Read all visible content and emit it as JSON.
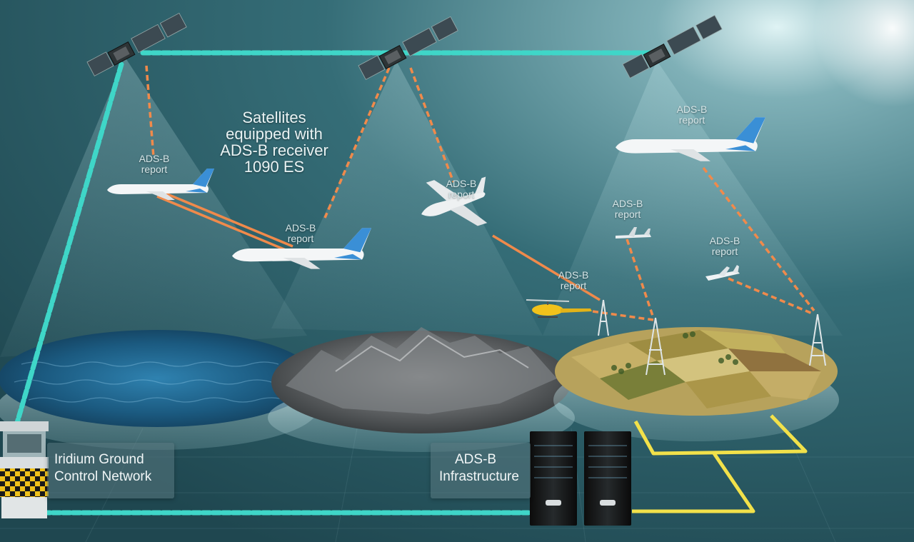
{
  "labels": {
    "satellites_line1": "Satellites",
    "satellites_line2": "equipped with",
    "satellites_line3": "ADS-B receiver",
    "satellites_line4": "1090 ES",
    "adsb": "ADS-B",
    "report_1": "report",
    "report_2": "report",
    "report_3": "report",
    "report_4": "report",
    "report_5": "report",
    "report_6": "report",
    "report_7": "report",
    "iridium_line1": "Iridium Ground",
    "iridium_line2": "Control Network",
    "infra_line1": "ADS-B",
    "infra_line2": "Infrastructure"
  },
  "colors": {
    "satellite_link": "#3fd6c8",
    "adsb_signal": "#f08a4b",
    "network_cable": "#f2e14a",
    "airliner_tail": "#3a8fd6"
  },
  "icons": [
    "satellite-icon",
    "airliner-icon",
    "business-jet-icon",
    "helicopter-icon",
    "small-plane-icon",
    "ground-station-tower-icon",
    "control-tower-icon",
    "server-icon"
  ]
}
